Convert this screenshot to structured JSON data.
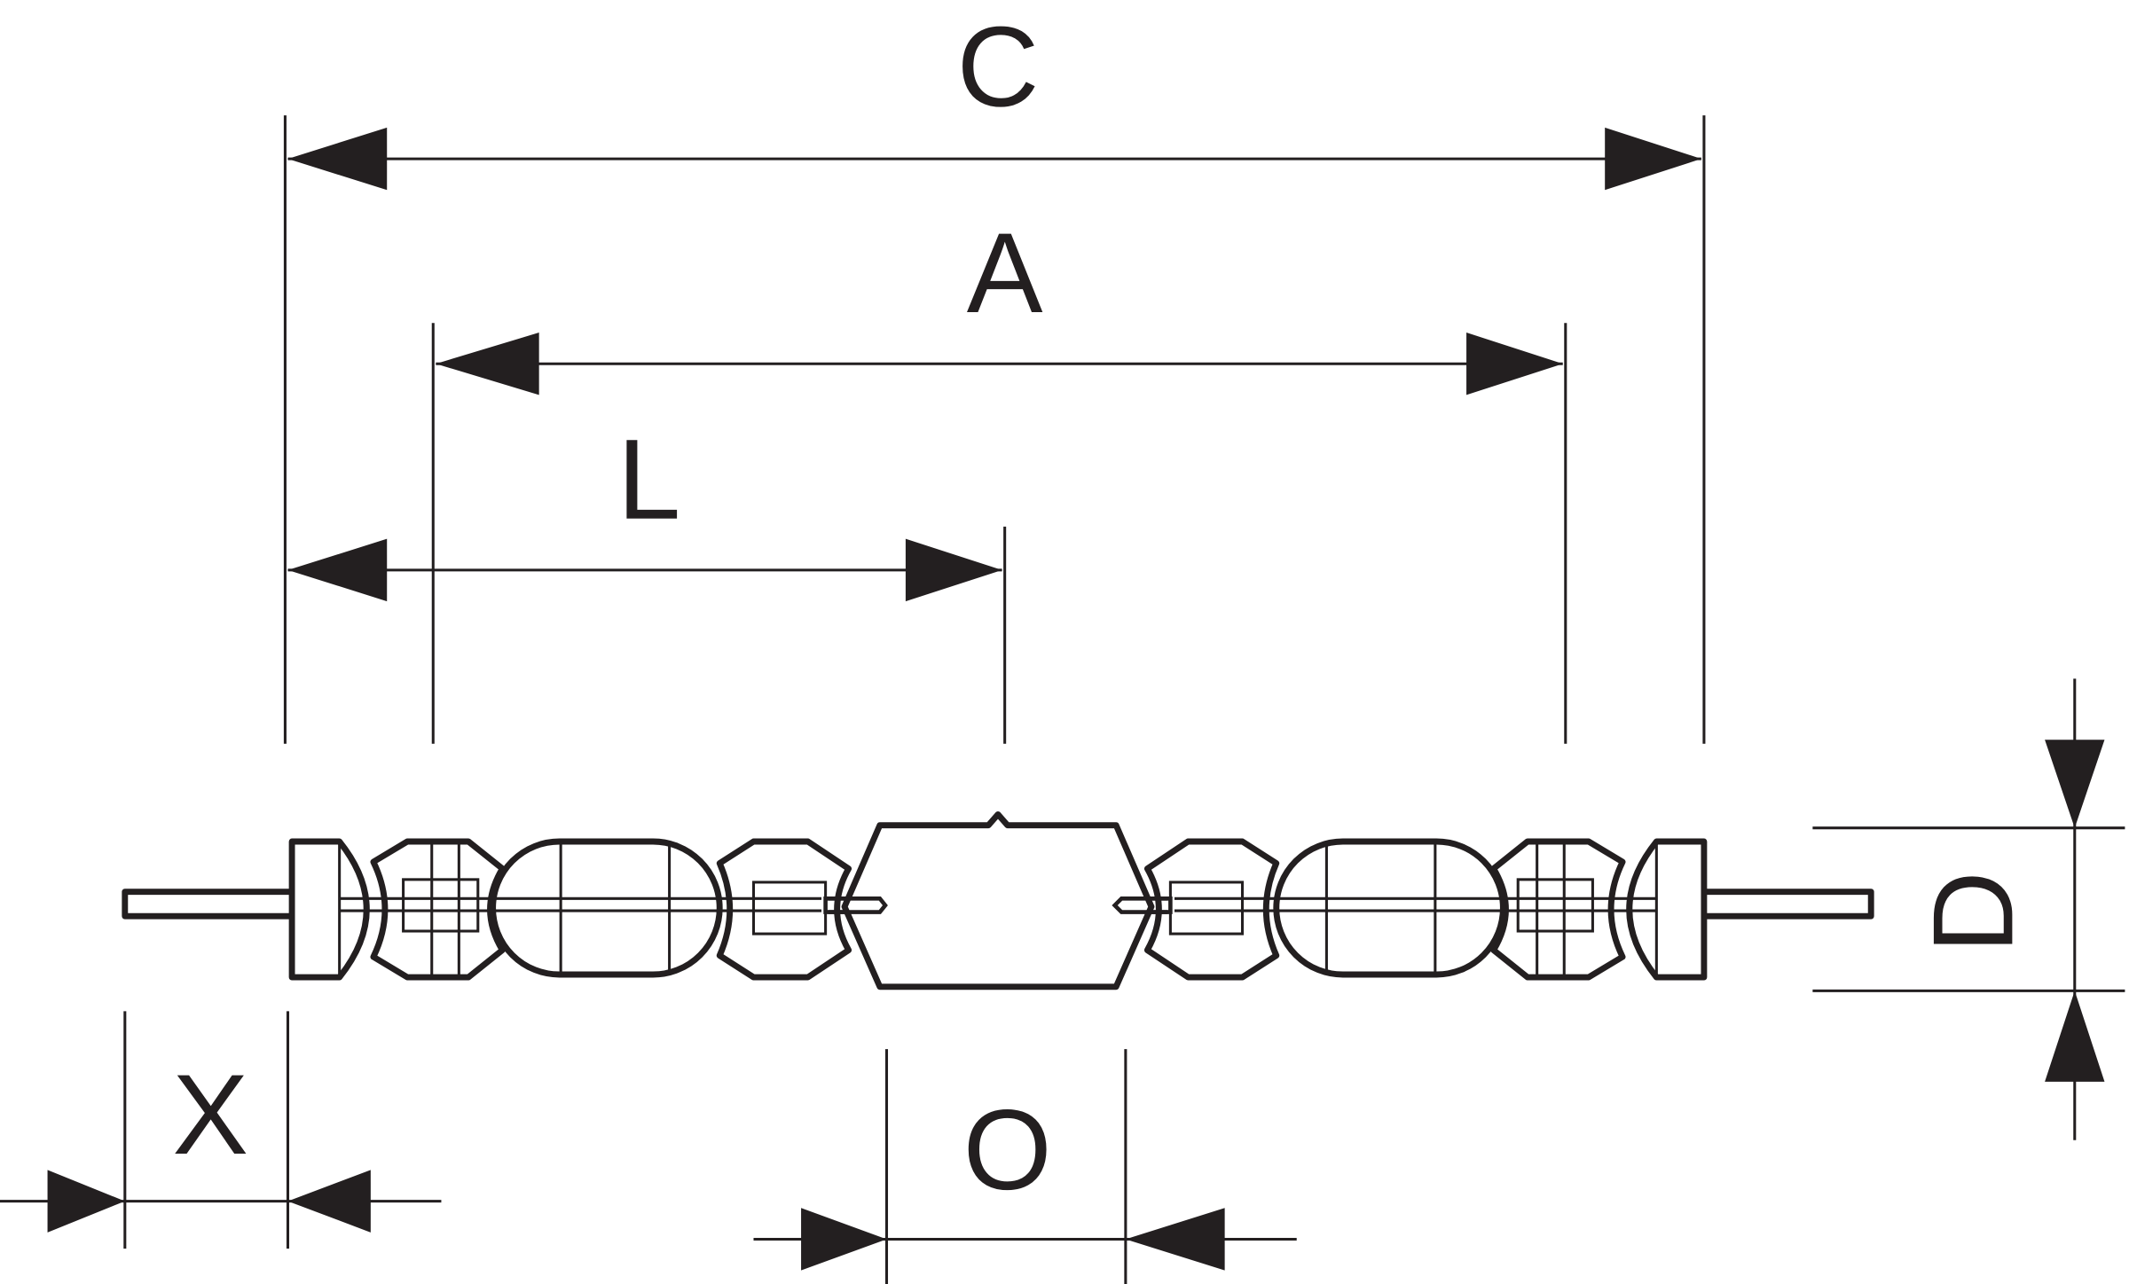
{
  "diagram": {
    "type": "lamp-dimension-drawing",
    "labels": {
      "C": "C",
      "A": "A",
      "L": "L",
      "D": "D",
      "X": "X",
      "O": "O"
    },
    "colors": {
      "line": "#231f20",
      "background": "#ffffff"
    }
  }
}
